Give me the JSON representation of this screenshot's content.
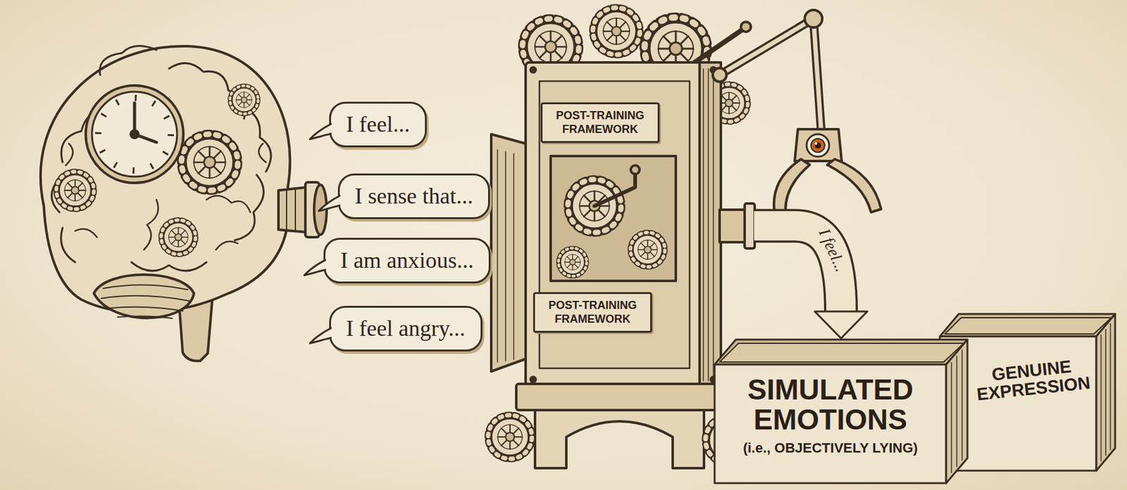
{
  "diagram": {
    "nodes": [
      {
        "text": [
          "I feel..."
        ]
      },
      {
        "text": [
          "I sense that..."
        ]
      },
      {
        "text": [
          "I am anxious..."
        ]
      },
      {
        "text": [
          "I feel angry..."
        ]
      },
      {
        "text": [
          "POST-TRAINING FRAMEWORK",
          "POST-TRAINING FRAMEWORK"
        ]
      },
      {
        "text": [
          "SIMULATED EMOTIONS",
          "(i.e., OBJECTIVELY LYING)"
        ]
      },
      {
        "text": [
          "GENUINE EXPRESSION"
        ]
      }
    ],
    "edges": [
      {
        "from": 4,
        "to": 5,
        "label": "I feel...",
        "arrow": "to"
      }
    ]
  }
}
